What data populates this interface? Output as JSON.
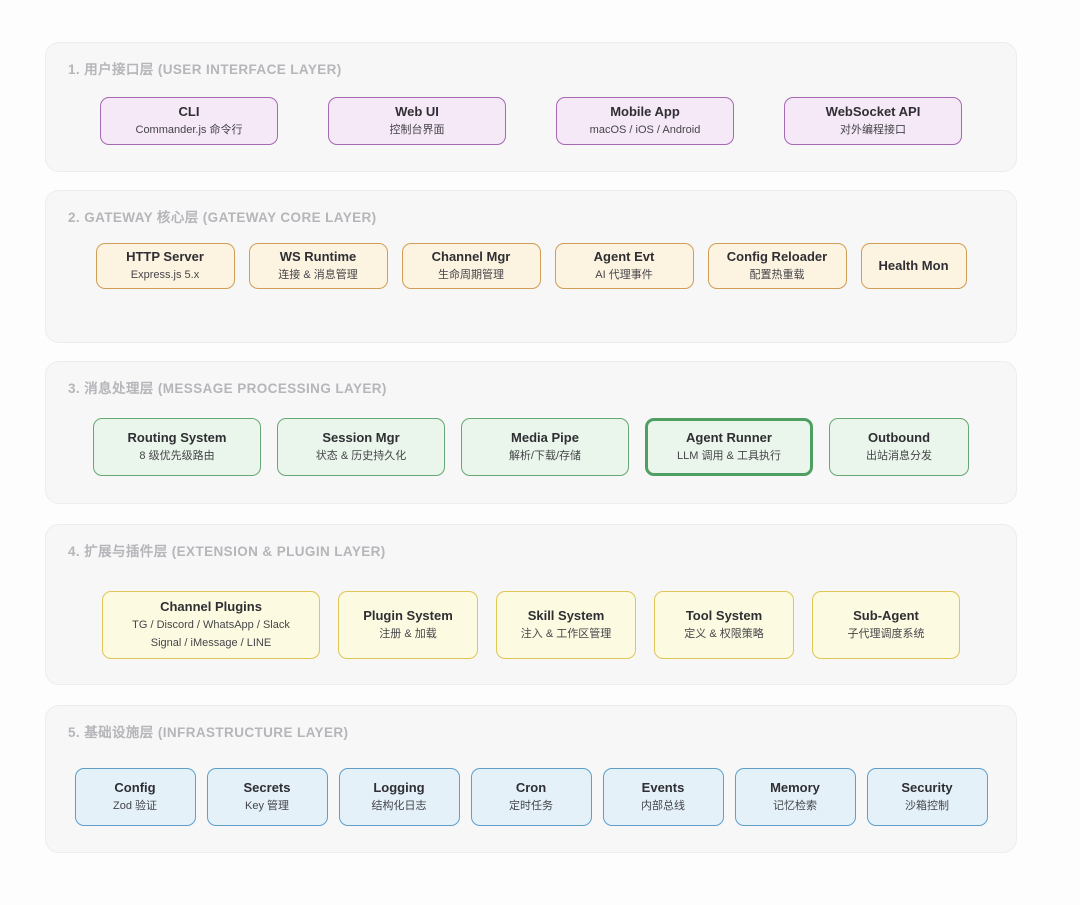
{
  "layers": [
    {
      "title": "1. 用户接口层 (USER INTERFACE LAYER)",
      "accent_border": "#a768b4",
      "accent_bg": "#f5e8f7",
      "boxes": [
        {
          "title": "CLI",
          "subtitle": "Commander.js 命令行"
        },
        {
          "title": "Web UI",
          "subtitle": "控制台界面"
        },
        {
          "title": "Mobile App",
          "subtitle": "macOS / iOS / Android"
        },
        {
          "title": "WebSocket API",
          "subtitle": "对外编程接口"
        }
      ]
    },
    {
      "title": "2. GATEWAY 核心层 (GATEWAY CORE LAYER)",
      "accent_border": "#d09e56",
      "accent_bg": "#fcf3e1",
      "boxes": [
        {
          "title": "HTTP Server",
          "subtitle": "Express.js 5.x"
        },
        {
          "title": "WS Runtime",
          "subtitle": "连接 & 消息管理"
        },
        {
          "title": "Channel Mgr",
          "subtitle": "生命周期管理"
        },
        {
          "title": "Agent Evt",
          "subtitle": "AI 代理事件"
        },
        {
          "title": "Config Reloader",
          "subtitle": "配置热重载"
        },
        {
          "title": "Health Mon"
        }
      ]
    },
    {
      "title": "3. 消息处理层 (MESSAGE PROCESSING LAYER)",
      "accent_border": "#66a873",
      "accent_bg": "#eaf5eb",
      "highlight_border": "#4f9f62",
      "boxes": [
        {
          "title": "Routing System",
          "subtitle": "8 级优先级路由"
        },
        {
          "title": "Session Mgr",
          "subtitle": "状态 & 历史持久化"
        },
        {
          "title": "Media Pipe",
          "subtitle": "解析/下载/存储"
        },
        {
          "title": "Agent Runner",
          "subtitle": "LLM 调用 & 工具执行",
          "highlighted": true
        },
        {
          "title": "Outbound",
          "subtitle": "出站消息分发"
        }
      ]
    },
    {
      "title": "4. 扩展与插件层 (EXTENSION & PLUGIN LAYER)",
      "accent_border": "#dfc657",
      "accent_bg": "#fdfae2",
      "boxes": [
        {
          "title": "Channel Plugins",
          "subtitle": "TG / Discord / WhatsApp / Slack",
          "subtitle2": "Signal / iMessage / LINE"
        },
        {
          "title": "Plugin System",
          "subtitle": "注册 & 加载"
        },
        {
          "title": "Skill System",
          "subtitle": "注入 & 工作区管理"
        },
        {
          "title": "Tool System",
          "subtitle": "定义 & 权限策略"
        },
        {
          "title": "Sub-Agent",
          "subtitle": "子代理调度系统"
        }
      ]
    },
    {
      "title": "5. 基础设施层 (INFRASTRUCTURE LAYER)",
      "accent_border": "#5f9fca",
      "accent_bg": "#e4f1f9",
      "boxes": [
        {
          "title": "Config",
          "subtitle": "Zod 验证"
        },
        {
          "title": "Secrets",
          "subtitle": "Key 管理"
        },
        {
          "title": "Logging",
          "subtitle": "结构化日志"
        },
        {
          "title": "Cron",
          "subtitle": "定时任务"
        },
        {
          "title": "Events",
          "subtitle": "内部总线"
        },
        {
          "title": "Memory",
          "subtitle": "记忆检索"
        },
        {
          "title": "Security",
          "subtitle": "沙箱控制"
        }
      ]
    }
  ]
}
